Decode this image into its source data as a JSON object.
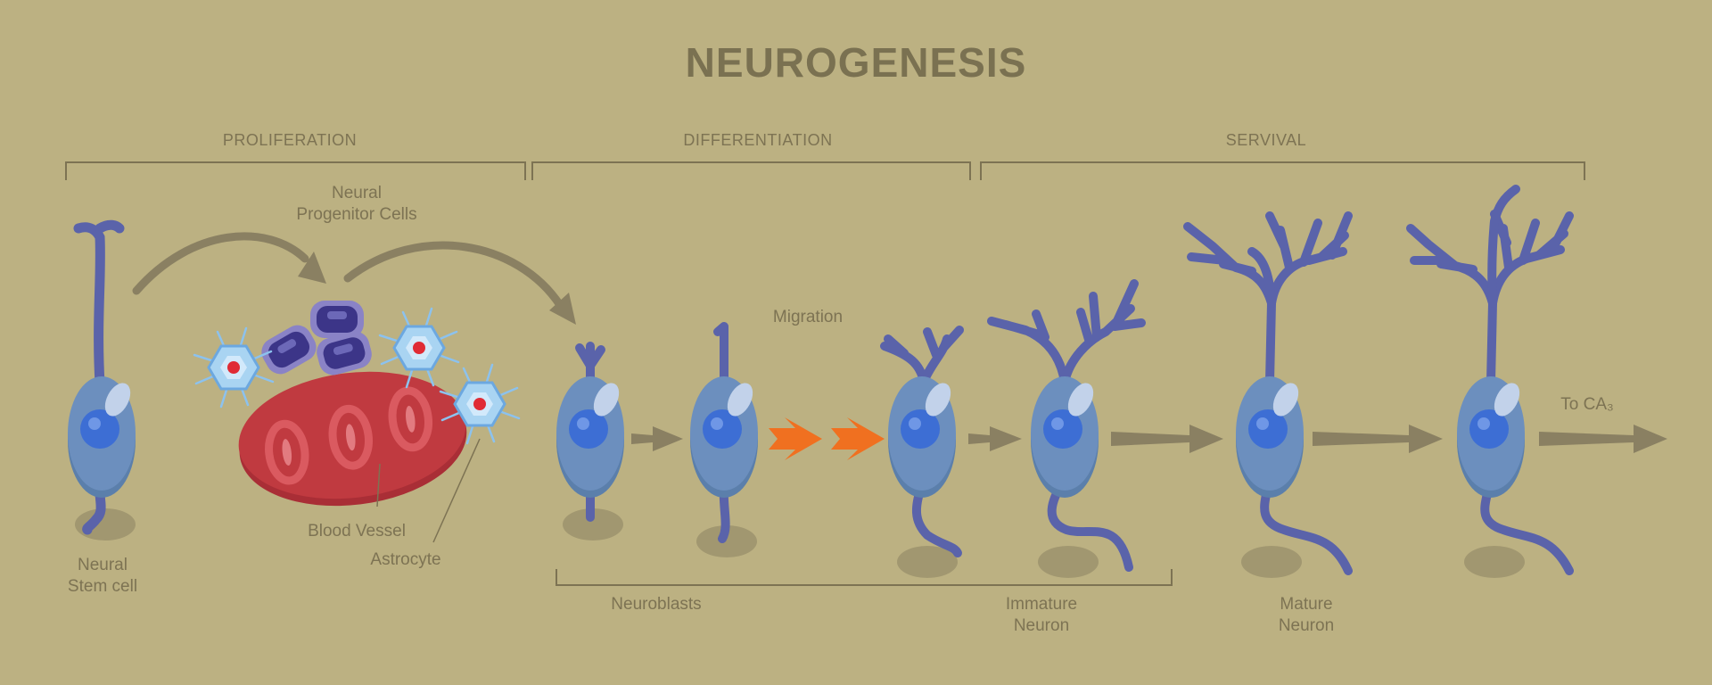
{
  "title": "NEUROGENESIS",
  "phases": [
    "PROLIFERATION",
    "DIFFERENTIATION",
    "SERVIVAL"
  ],
  "labels": {
    "stem_cell": [
      "Neural",
      "Stem cell"
    ],
    "progenitor": [
      "Neural",
      "Progenitor Cells"
    ],
    "blood_vessel": "Blood Vessel",
    "astrocyte": "Astrocyte",
    "migration": "Migration",
    "neuroblasts": "Neuroblasts",
    "immature": [
      "Immature",
      "Neuron"
    ],
    "mature": [
      "Mature",
      "Neuron"
    ],
    "to_ca3": "To CA₃"
  },
  "colors": {
    "background": "#bcb182",
    "text": "#7d7353",
    "cell_body": "#6c8fbe",
    "nucleus": "#3d6ed4",
    "dendrite": "#5a63aa",
    "blood_vessel": "#bf3a40",
    "progenitor": "#3c3588",
    "astrocyte": "#a9d4f2",
    "migration_arrow": "#f07020",
    "arrow": "#8a8062"
  }
}
